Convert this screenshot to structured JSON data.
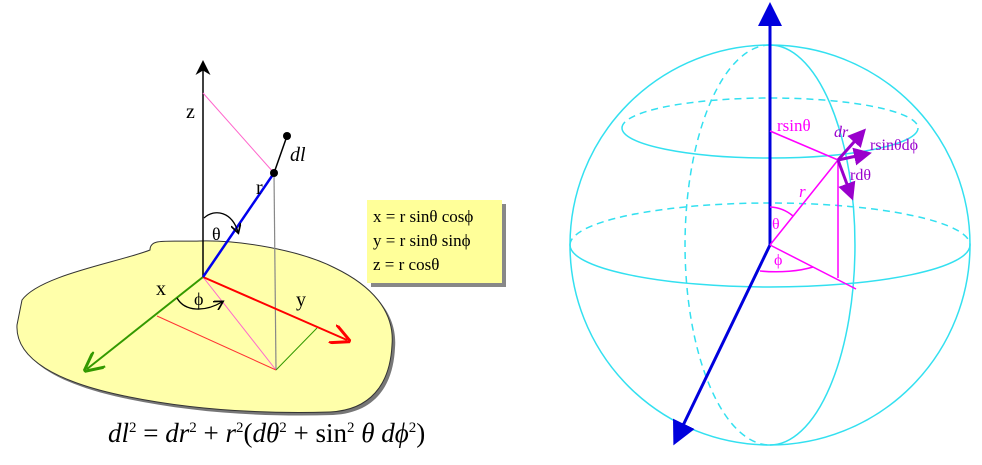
{
  "left_diagram": {
    "axis_labels": {
      "z": "z",
      "x": "x",
      "y": "y"
    },
    "labels": {
      "r": "r",
      "dl": "dl",
      "theta": "θ",
      "phi": "ϕ"
    },
    "formula_box": {
      "line1": "x = r sinθ cosϕ",
      "line2": "y = r sinθ sinϕ",
      "line3": "z = r cosθ"
    },
    "equation": {
      "dl": "dl",
      "p2": "2",
      "eq": " = ",
      "dr": "dr",
      "plus": " + ",
      "r": "r",
      "open": "(",
      "dtheta": "dθ",
      "plus2": " + ",
      "sin": "sin",
      "theta": " θ ",
      "dphi": "dϕ",
      "close": ")"
    }
  },
  "right_diagram": {
    "labels": {
      "rsintheta": "rsinθ",
      "dr": "dr",
      "rsinthetadphi": "rsinθdϕ",
      "rdtheta": "rdθ",
      "r": "r",
      "theta": "θ",
      "phi": "ϕ"
    }
  },
  "colors": {
    "sphere": "#33e0f0",
    "axis": "#0000dd",
    "magenta": "#ff00ff",
    "purple": "#9900cc",
    "plane": "#ffffaa"
  }
}
